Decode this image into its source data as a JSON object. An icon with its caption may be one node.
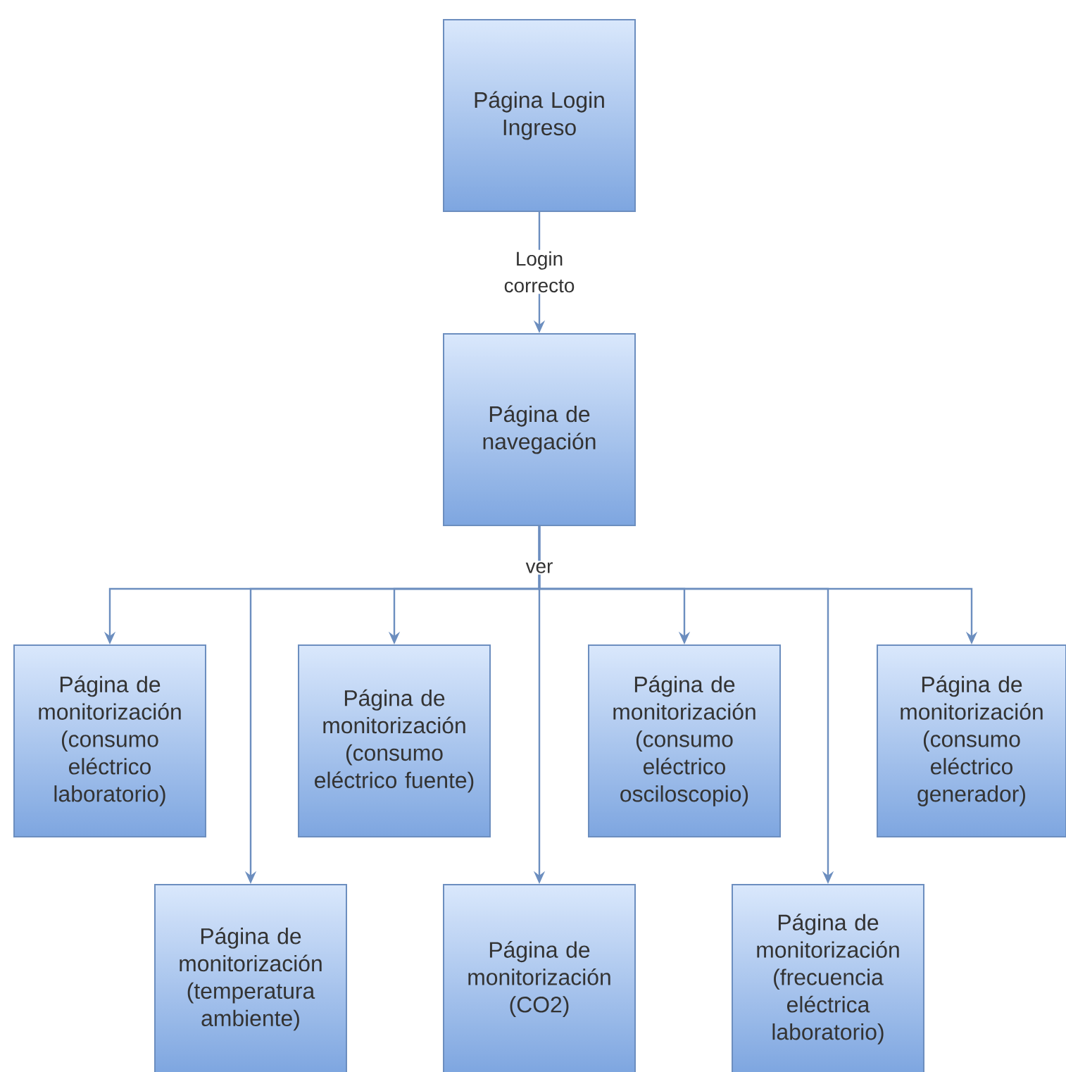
{
  "diagram": {
    "nodes": [
      {
        "text": [
          "Página Login Ingreso"
        ]
      },
      {
        "text": [
          "Página de navegación"
        ]
      },
      {
        "text": [
          "Página de monitorización (consumo eléctrico laboratorio)"
        ]
      },
      {
        "text": [
          "Página de monitorización (consumo eléctrico fuente)"
        ]
      },
      {
        "text": [
          "Página de monitorización (consumo eléctrico osciloscopio)"
        ]
      },
      {
        "text": [
          "Página de monitorización (consumo eléctrico generador)"
        ]
      },
      {
        "text": [
          "Página de monitorización (temperatura ambiente)"
        ]
      },
      {
        "text": [
          "Página de monitorización (CO2)"
        ]
      },
      {
        "text": [
          "Página de monitorización (frecuencia eléctrica laboratorio)"
        ]
      }
    ],
    "edges": [
      {
        "from": 0,
        "to": 1,
        "arrow": "to",
        "label": "Login correcto"
      },
      {
        "from": 1,
        "to": 2,
        "arrow": "to"
      },
      {
        "from": 1,
        "to": 6,
        "arrow": "to"
      },
      {
        "from": 1,
        "to": 3,
        "arrow": "to"
      },
      {
        "from": 1,
        "to": 7,
        "arrow": "to",
        "label": "ver"
      },
      {
        "from": 1,
        "to": 4,
        "arrow": "to"
      },
      {
        "from": 1,
        "to": 8,
        "arrow": "to"
      },
      {
        "from": 1,
        "to": 5,
        "arrow": "to"
      }
    ]
  }
}
